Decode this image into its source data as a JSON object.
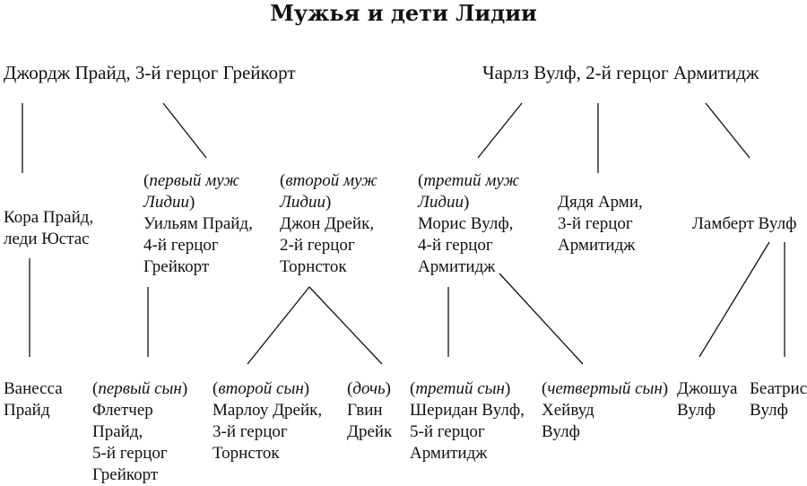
{
  "title": "Мужья и дети Лидии",
  "grandparents": [
    {
      "id": "george",
      "text": "Джордж Прайд, 3-й герцог Грейкорт"
    },
    {
      "id": "charles",
      "text": "Чарлз Вулф, 2-й герцог Армитидж"
    }
  ],
  "parents": [
    {
      "id": "cora",
      "note": "",
      "lines": [
        "Кора Прайд,",
        "леди Юстас"
      ]
    },
    {
      "id": "william",
      "note": "первый муж",
      "note2": "Лидии",
      "lines": [
        "Уильям Прайд,",
        "4-й герцог",
        "Грейкорт"
      ]
    },
    {
      "id": "john",
      "note": "второй муж",
      "note2": "Лидии",
      "lines": [
        "Джон Дрейк,",
        "2-й герцог",
        "Торнсток"
      ]
    },
    {
      "id": "maurice",
      "note": "третий муж",
      "note2": "Лидии",
      "lines": [
        "Морис Вулф,",
        "4-й герцог",
        "Армитидж"
      ]
    },
    {
      "id": "armi",
      "note": "",
      "lines": [
        "Дядя Арми,",
        "3-й герцог",
        "Армитидж"
      ]
    },
    {
      "id": "lambert",
      "note": "",
      "lines": [
        "Ламберт Вулф"
      ]
    }
  ],
  "children": [
    {
      "id": "vanessa",
      "note": "",
      "lines": [
        "Ванесса",
        "Прайд"
      ]
    },
    {
      "id": "fletcher",
      "note": "первый сын",
      "lines": [
        "Флетчер",
        "Прайд,",
        "5-й герцог",
        "Грейкорт"
      ]
    },
    {
      "id": "marlow",
      "note": "второй сын",
      "lines": [
        "Марлоу Дрейк,",
        "3-й герцог",
        "Торнсток"
      ]
    },
    {
      "id": "gwen",
      "note": "дочь",
      "lines": [
        "Гвин",
        "Дрейк"
      ]
    },
    {
      "id": "sheridan",
      "note": "третий сын",
      "lines": [
        "Шеридан Вулф,",
        "5-й герцог",
        "Армитидж"
      ]
    },
    {
      "id": "haywood",
      "note": "четвертый сын",
      "lines": [
        "Хейвуд",
        "Вулф"
      ]
    },
    {
      "id": "joshua",
      "note": "",
      "lines": [
        "Джошуа",
        "Вулф"
      ]
    },
    {
      "id": "beatrice",
      "note": "",
      "lines": [
        "Беатрис",
        "Вулф"
      ]
    }
  ]
}
